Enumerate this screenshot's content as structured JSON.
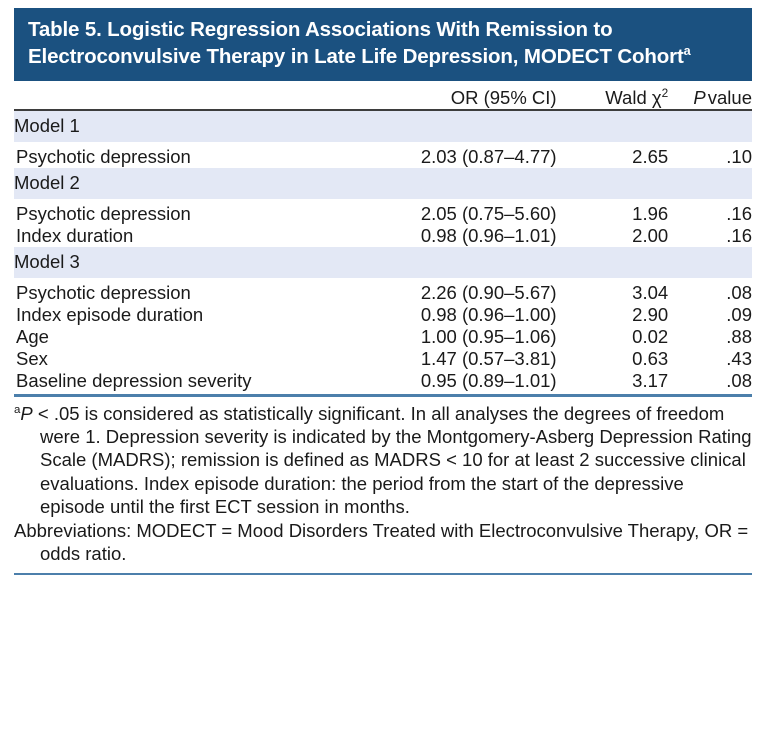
{
  "table": {
    "title_prefix": "Table 5. Logistic Regression Associations With Remission to Electroconvulsive Therapy in Late Life Depression, MODECT Cohort",
    "title_superscript": "a",
    "columns": {
      "label": "",
      "or": "OR (95% CI)",
      "wald_prefix": "Wald χ",
      "wald_superscript": "2",
      "p_italic": "P",
      "p_rest": "value"
    },
    "groups": [
      {
        "name": "Model 1",
        "rows": [
          {
            "label": "Psychotic depression",
            "or": "2.03 (0.87–4.77)",
            "wald": "2.65",
            "p": ".10"
          }
        ]
      },
      {
        "name": "Model 2",
        "rows": [
          {
            "label": "Psychotic depression",
            "or": "2.05 (0.75–5.60)",
            "wald": "1.96",
            "p": ".16"
          },
          {
            "label": "Index duration",
            "or": "0.98 (0.96–1.01)",
            "wald": "2.00",
            "p": ".16"
          }
        ]
      },
      {
        "name": "Model 3",
        "rows": [
          {
            "label": "Psychotic depression",
            "or": "2.26 (0.90–5.67)",
            "wald": "3.04",
            "p": ".08"
          },
          {
            "label": "Index episode duration",
            "or": "0.98 (0.96–1.00)",
            "wald": "2.90",
            "p": ".09"
          },
          {
            "label": "Age",
            "or": "1.00 (0.95–1.06)",
            "wald": "0.02",
            "p": ".88"
          },
          {
            "label": "Sex",
            "or": "1.47 (0.57–3.81)",
            "wald": "0.63",
            "p": ".43"
          },
          {
            "label": "Baseline depression severity",
            "or": "0.95 (0.89–1.01)",
            "wald": "3.17",
            "p": ".08"
          }
        ]
      }
    ],
    "footnotes": {
      "a_marker": "a",
      "a_italic": "P",
      "a_text": " < .05 is considered as statistically significant. In all analyses the degrees of freedom were 1. Depression severity is indicated by the Montgomery-Asberg Depression Rating Scale (MADRS); remission is defined as MADRS < 10 for at least 2 successive clinical evaluations. Index episode duration: the period from the start of the depressive episode until the first ECT session in months.",
      "abbreviations": "Abbreviations: MODECT = Mood Disorders Treated with Electroconvulsive Therapy, OR = odds ratio."
    },
    "colors": {
      "title_band": "#1b5180",
      "group_row": "#e3e8f5",
      "rule_blue": "#4c7fab",
      "rule_dark": "#3d3d3d"
    }
  }
}
